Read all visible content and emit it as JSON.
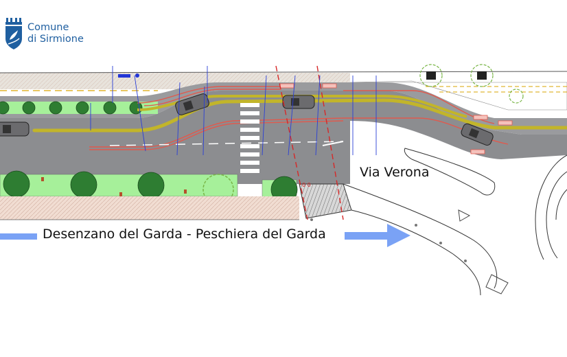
{
  "logo": {
    "line1": "Comune",
    "line2": "di Sirmione",
    "icon": "municipal-crest-icon"
  },
  "plan": {
    "street_label": "Via Verona",
    "direction_label": "Desenzano del Garda - Peschiera del Garda",
    "annotation_marker": "0 0"
  },
  "colors": {
    "asphalt": "#8c8d90",
    "centerline": "#c2b52a",
    "greenbelt": "#a6f09a",
    "tree": "#2e7d32",
    "sidewalk": "#f1ddd2",
    "barrier": "#e05a4e",
    "arrow": "#7aa2f5",
    "brand": "#1f5fa0"
  }
}
